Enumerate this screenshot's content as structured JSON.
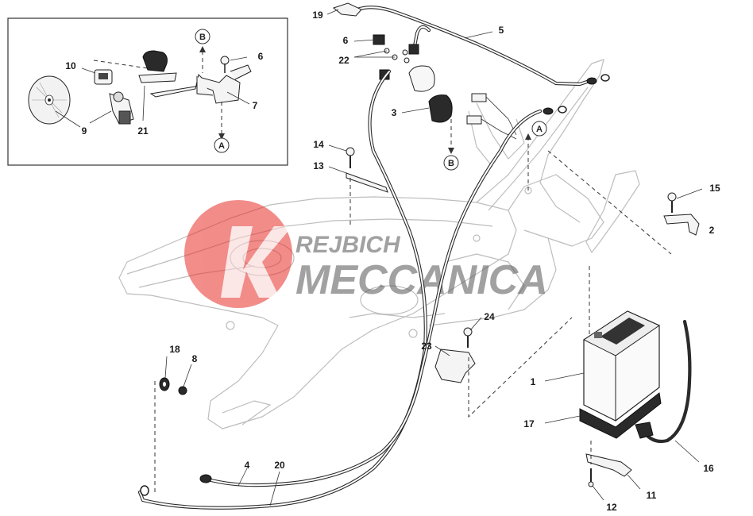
{
  "callouts": [
    {
      "id": "c19",
      "text": "19"
    },
    {
      "id": "c5",
      "text": "5"
    },
    {
      "id": "c6a",
      "text": "6"
    },
    {
      "id": "c22",
      "text": "22"
    },
    {
      "id": "c3",
      "text": "3"
    },
    {
      "id": "c10",
      "text": "10"
    },
    {
      "id": "c6b",
      "text": "6"
    },
    {
      "id": "c7",
      "text": "7"
    },
    {
      "id": "c9",
      "text": "9"
    },
    {
      "id": "c21",
      "text": "21"
    },
    {
      "id": "c14",
      "text": "14"
    },
    {
      "id": "c13",
      "text": "13"
    },
    {
      "id": "c15",
      "text": "15"
    },
    {
      "id": "c2",
      "text": "2"
    },
    {
      "id": "c24",
      "text": "24"
    },
    {
      "id": "c23",
      "text": "23"
    },
    {
      "id": "c18",
      "text": "18"
    },
    {
      "id": "c8",
      "text": "8"
    },
    {
      "id": "c1",
      "text": "1"
    },
    {
      "id": "c17",
      "text": "17"
    },
    {
      "id": "c16",
      "text": "16"
    },
    {
      "id": "c4",
      "text": "4"
    },
    {
      "id": "c20",
      "text": "20"
    },
    {
      "id": "c11",
      "text": "11"
    },
    {
      "id": "c12",
      "text": "12"
    }
  ],
  "reference_markers": {
    "b_top": "B",
    "a_inset": "A",
    "b_main": "B",
    "a_main": "A"
  },
  "watermark": {
    "line1": "REJBICH",
    "line2": "MECCANICA",
    "logo_color": "#e8302a"
  }
}
